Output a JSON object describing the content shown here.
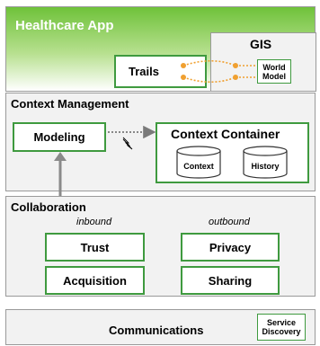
{
  "app": {
    "title": "Healthcare App"
  },
  "gis": {
    "title": "GIS",
    "world_model": "World Model"
  },
  "trails": {
    "label": "Trails"
  },
  "context": {
    "title": "Context Management",
    "modeling": "Modeling",
    "container_title": "Context Container",
    "context_db": "Context",
    "history_db": "History"
  },
  "collaboration": {
    "title": "Collaboration",
    "inbound": "inbound",
    "outbound": "outbound",
    "trust": "Trust",
    "privacy": "Privacy",
    "acquisition": "Acquisition",
    "sharing": "Sharing"
  },
  "communications": {
    "title": "Communications",
    "service_discovery": "Service Discovery"
  },
  "colors": {
    "accent_green": "#3f9a3f",
    "gradient_top": "#7cc946",
    "gradient_bottom": "#ffffff",
    "link_orange": "#f0a030"
  }
}
